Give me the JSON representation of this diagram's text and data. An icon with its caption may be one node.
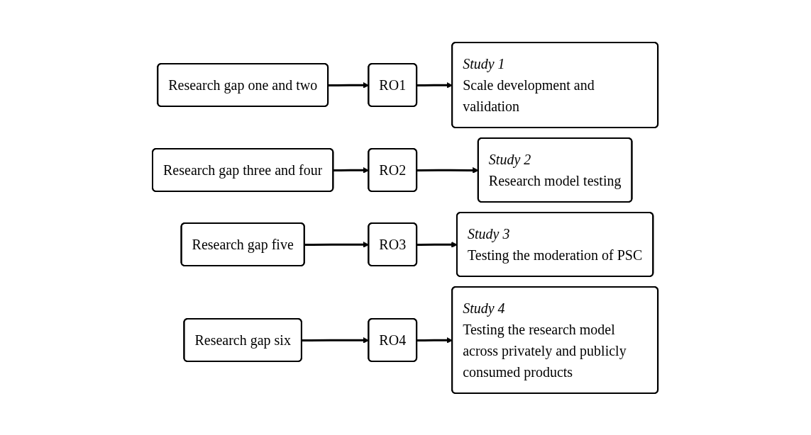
{
  "diagram": {
    "nodes": [
      {
        "text": [
          "Research gap one and two"
        ]
      },
      {
        "text": [
          "RO1"
        ]
      },
      {
        "text": [
          "Study 1",
          "Scale development and validation"
        ]
      },
      {
        "text": [
          "Research gap three and four"
        ]
      },
      {
        "text": [
          "RO2"
        ]
      },
      {
        "text": [
          "Study 2",
          "Research model testing"
        ]
      },
      {
        "text": [
          "Research gap five"
        ]
      },
      {
        "text": [
          "RO3"
        ]
      },
      {
        "text": [
          "Study 3",
          "Testing the moderation of PSC"
        ]
      },
      {
        "text": [
          "Research gap six"
        ]
      },
      {
        "text": [
          "RO4"
        ]
      },
      {
        "text": [
          "Study 4",
          "Testing the research model across privately and publicly consumed products"
        ]
      }
    ],
    "edges": [
      {
        "from": 0,
        "to": 1,
        "arrow": "to"
      },
      {
        "from": 1,
        "to": 2,
        "arrow": "to"
      },
      {
        "from": 3,
        "to": 4,
        "arrow": "to"
      },
      {
        "from": 4,
        "to": 5,
        "arrow": "to"
      },
      {
        "from": 6,
        "to": 7,
        "arrow": "to"
      },
      {
        "from": 7,
        "to": 8,
        "arrow": "to"
      },
      {
        "from": 9,
        "to": 10,
        "arrow": "to"
      },
      {
        "from": 10,
        "to": 11,
        "arrow": "to"
      }
    ]
  }
}
